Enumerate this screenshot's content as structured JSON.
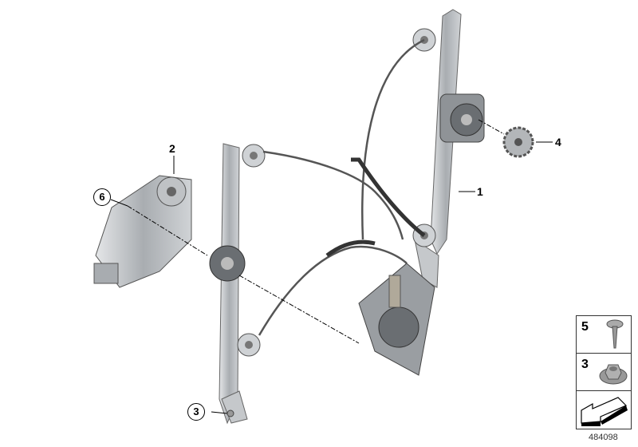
{
  "callouts": {
    "part_1": "1",
    "part_2": "2",
    "part_3_circled": "3",
    "part_4": "4",
    "part_6_circled": "6"
  },
  "legend": {
    "items": [
      {
        "number": "5",
        "icon": "screw-icon"
      },
      {
        "number": "3",
        "icon": "hex-flange-nut-icon"
      },
      {
        "number": "",
        "icon": "arrow-direction-icon"
      }
    ]
  },
  "image_id": "484098",
  "colors": {
    "part_metal": "#b8bcc0",
    "part_dark": "#5a5e62",
    "cable": "#555555"
  }
}
